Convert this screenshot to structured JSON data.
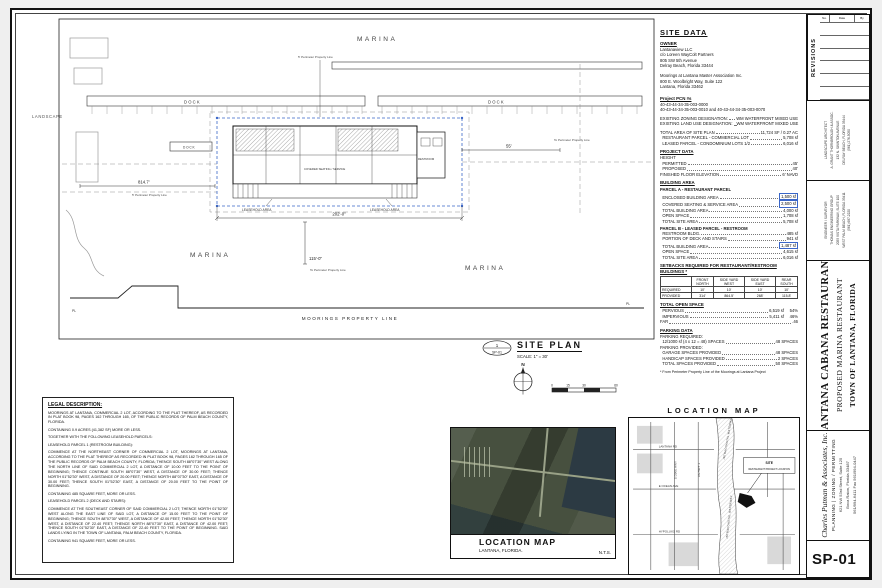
{
  "sheet": {
    "number": "SP-01"
  },
  "titleblock": {
    "revisions": {
      "label": "REVISIONS",
      "headers": [
        "No.",
        "Date",
        "By"
      ]
    },
    "stamps": [
      {
        "lines": [
          "LANDSCAPE ARCHITECT",
          "A. GRANT THORNBROUGH & ASSOC.",
          "132 N. SWINTON AVENUE",
          "DELRAY BEACH, FLORIDA 33444",
          "(561) 276-5050"
        ]
      },
      {
        "lines": [
          "ENGINEER / SURVEYOR",
          "THOMAS ENGINEERING GROUP",
          "2055 VISTA PARKWAY, SUITE 100",
          "WEST PALM BEACH, FLORIDA 33411",
          "(561) 687-2220"
        ]
      }
    ],
    "project": {
      "line1": "LANTANA CABANA RESTAURANT",
      "line2": "PROPOSED MARINA RESTAURANT",
      "line3": "TOWN OF LANTANA, FLORIDA"
    },
    "firm": {
      "name": "Charles Putman & Associates, Inc.",
      "services": "PLANNING | ZONING / PERMITTING",
      "address": "621 NW 53rd Street, Suite 125",
      "city": "Boca Raton, Florida 33487",
      "phone": "561/994-6411   Fax 561/994-0447"
    }
  },
  "site_data": {
    "title": "SITE DATA",
    "owner": {
      "heading": "OWNER",
      "lines": [
        "Lantanaview LLC",
        "c/o Loreen WayColt Partners",
        "805 SW 5th Avenue",
        "Delray Beach, Florida 33444",
        "",
        "Moorings at Lantana Master Association Inc.",
        "800 E. Woolbright Way, Suite 122",
        "Lantana, Florida 33462"
      ]
    },
    "pcn": {
      "heading": "Project PCN #s",
      "lines": [
        "40-43-44-34-35-003-0000",
        "40-43-44-34-35-003-0010 and 40-43-44-34-35-003-0070"
      ]
    },
    "zoning": [
      {
        "label": "EXISTING ZONING DESIGNATION:",
        "value": "WM WATERFRONT MIXED USE"
      },
      {
        "label": "EXISTING LAND USE DESIGNATION:",
        "value": "WM WATERFRONT MIXED USE"
      }
    ],
    "site_area": [
      {
        "label": "TOTAL AREA OF SITE PLAN",
        "value": "11,724 SF / 0.27 AC"
      },
      {
        "label": "  RESTAURANT PARCEL - COMMERCIAL LOT",
        "value": "5,708 sf"
      },
      {
        "label": "  LEASED PARCEL - CONDOMINIUM LOTS 1/2",
        "value": "6,016 sf"
      }
    ],
    "project_data": {
      "heading": "PROJECT DATA",
      "rows": [
        {
          "label": "HEIGHT",
          "value": ""
        },
        {
          "label": "  PERMITTED",
          "value": "45'"
        },
        {
          "label": "  PROPOSED",
          "value": "40'"
        },
        {
          "label": "FINISHED FLOOR ELEVATION",
          "value": "6' NAVD"
        }
      ]
    },
    "building_area": {
      "heading": "BUILDING AREA",
      "parcel_a_heading": "PARCEL A - RESTAURANT PARCEL",
      "parcel_a": [
        {
          "label": "  ENCLOSED BUILDING AREA",
          "value": "1,500 sf",
          "cls": "boxed"
        },
        {
          "label": "  COVERED SEATING & SERVICE AREA",
          "value": "2,500 sf",
          "cls": "boxed"
        },
        {
          "label": "  TOTAL BUILDING AREA",
          "value": "4,000 sf"
        },
        {
          "label": "  OPEN SPACE",
          "value": "1,708 sf"
        },
        {
          "label": "  TOTAL SITE AREA",
          "value": "5,708 sf"
        }
      ],
      "parcel_b_heading": "PARCEL B - LEASED PARCEL - RESTROOM",
      "parcel_b": [
        {
          "label": "  RESTROOM BLDG.",
          "value": "485 sf"
        },
        {
          "label": "  PORTION OF DECK AND STAIRS",
          "value": "941 sf"
        },
        {
          "label": "  TOTAL BUILDING AREA",
          "value": "1,487 sf",
          "cls": "boxed"
        },
        {
          "label": "  OPEN SPACE",
          "value": "4,615 sf"
        },
        {
          "label": "  TOTAL SITE AREA",
          "value": "6,016 sf"
        }
      ]
    },
    "setbacks": {
      "heading": "SETBACKS REQUIRED FOR RESTAURANT/RESTROOM BUILDINGS *",
      "columns": [
        "",
        "FRONT\nNORTH",
        "SIDE YARD\nWEST",
        "SIDE YARD\nEAST",
        "REAR\nSOUTH"
      ],
      "rows": [
        {
          "name": "REQUIRED",
          "cells": [
            "10'",
            "10'",
            "10'",
            "10'"
          ]
        },
        {
          "name": "PROVIDED",
          "cells": [
            "314'",
            "864.5'",
            "268'",
            "115.8'"
          ]
        }
      ]
    },
    "open_space": {
      "heading": "TOTAL OPEN SPACE",
      "rows": [
        {
          "label": "  PERVIOUS",
          "value": "6,519 sf",
          "pct": "54%"
        },
        {
          "label": "  IMPERVIOUS",
          "value": "5,411 sf",
          "pct": "46%"
        }
      ]
    },
    "far": {
      "label": "FAR",
      "value": ".46"
    },
    "parking": {
      "heading": "PARKING DATA",
      "rows": [
        {
          "label": "PARKING REQUIRED:",
          "value": ""
        },
        {
          "label": "  12/1000 sf (4 x 12 = 48) SPACES",
          "value": "48 SPACES"
        },
        {
          "label": "PARKING PROVIDED:",
          "value": ""
        },
        {
          "label": "  GARAGE SPACES PROVIDED",
          "value": "48 SPACES"
        },
        {
          "label": "  HANDICAP SPACES PROVIDED",
          "value": "2 SPACES"
        },
        {
          "label": "  TOTAL SPACES PROVIDED",
          "value": "50 SPACES"
        }
      ]
    },
    "footnote": "* From Perimeter Property Line of the Moorings at Lantana Project"
  },
  "plan": {
    "labels": {
      "marina_top": "MARINA",
      "marina_left": "MARINA",
      "marina_right": "MARINA",
      "dock_left": "DOCK",
      "dock_right": "DOCK",
      "dock_small": "DOCK",
      "landscape": "LANDSCAPE",
      "moorings": "MOORINGS PROPERTY LINE",
      "pl_left": "PL",
      "pl_right": "PL",
      "leasehold_a": "LEASEHOLD AREA",
      "leasehold_b": "LEASEHOLD AREA",
      "covered": "COVERED SEATING / SERVICE",
      "restroom": "RESTROOM",
      "dim_width": "202'-0\"",
      "dim_left": "814.7'",
      "dim_vert": "115'-0\"",
      "dim_right": "55'",
      "note_perimeter_top": "5' Perimeter Property Line",
      "note_perimeter_left": "5' Perimeter Property Line",
      "note_perimeter_right": "To Perimeter Property Line",
      "note_perimeter_bottom": "To Perimeter Property Line"
    },
    "titleblock": {
      "bubble_top": "1",
      "bubble_bottom": "SP-01",
      "title": "SITE PLAN",
      "scale": "SCALE: 1\" = 30'",
      "north": "N",
      "scalebar": [
        "0",
        "15",
        "30",
        "60"
      ]
    }
  },
  "legal": {
    "title": "LEGAL DESCRIPTION:",
    "paragraphs": [
      "MOORINGS AT LANTANA, COMMERCIAL 2 LOT, ACCORDING TO THE PLAT THEREOF, AS RECORDED IN PLAT BOOK 98, PAGES 162 THROUGH 165, OF THE PUBLIC RECORDS OF PALM BEACH COUNTY, FLORIDA.",
      "CONTAINING 0.9 ACRES (41,382 SF) MORE OR LESS.",
      "TOGETHER WITH THE FOLLOWING LEASEHOLD PARCELS:",
      "LEASEHOLD PARCEL 1 (RESTROOM BUILDING):",
      "COMMENCE AT THE NORTHEAST CORNER OF COMMERCIAL 2 LOT, MOORINGS AT LANTANA, ACCORDING TO THE PLAT THEREOF AS RECORDED IN PLAT BOOK 98, PAGES 162 THROUGH 165 OF THE PUBLIC RECORDS OF PALM BEACH COUNTY, FLORIDA; THENCE SOUTH 88°07'30\" WEST ALONG THE NORTH LINE OF SAID COMMERCIAL 2 LOT, A DISTANCE OF 10.00 FEET TO THE POINT OF BEGINNING; THENCE CONTINUE SOUTH 88°07'30\" WEST, A DISTANCE OF 30.00 FEET; THENCE NORTH 01°52'30\" WEST, A DISTANCE OF 20.00 FEET; THENCE NORTH 88°07'30\" EAST, A DISTANCE OF 30.00 FEET; THENCE SOUTH 01°52'30\" EAST, A DISTANCE OF 20.00 FEET TO THE POINT OF BEGINNING.",
      "CONTAINING 485 SQUARE FEET, MORE OR LESS.",
      "LEASEHOLD PARCEL 2 (DECK AND STAIRS):",
      "COMMENCE AT THE SOUTHEAST CORNER OF SAID COMMERCIAL 2 LOT; THENCE NORTH 01°52'30\" WEST ALONG THE EAST LINE OF SAID LOT, A DISTANCE OF 15.00 FEET TO THE POINT OF BEGINNING; THENCE SOUTH 88°07'30\" WEST, A DISTANCE OF 42.00 FEET; THENCE NORTH 01°52'30\" WEST, A DISTANCE OF 22.40 FEET; THENCE NORTH 88°07'30\" EAST, A DISTANCE OF 42.00 FEET; THENCE SOUTH 01°52'30\" EAST, A DISTANCE OF 22.40 FEET TO THE POINT OF BEGINNING. SAID LANDS LYING IN THE TOWN OF LANTANA, PALM BEACH COUNTY, FLORIDA.",
      "CONTAINING 941 SQUARE FEET, MORE OR LESS."
    ]
  },
  "maps": {
    "aerial": {
      "title": "LOCATION MAP",
      "subtitle": "LANTANA, FLORIDA.",
      "nts": "N.T.S."
    },
    "street": {
      "title": "LOCATION MAP",
      "waterway1": "INTRACOASTAL WATERWAY",
      "waterway2": "INTRACOASTAL WATERWAY",
      "site_label1": "SITE",
      "site_label2": "RESTAURANT PROJECT LOCATION",
      "roads": [
        "LANTANA RD",
        "E OCEAN AVE",
        "HYPOLUXO RD",
        "S DIXIE HWY",
        "US HWY 1"
      ]
    }
  }
}
